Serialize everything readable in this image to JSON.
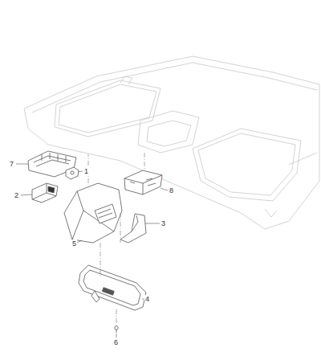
{
  "diagram": {
    "labels": [
      "7",
      "1",
      "2",
      "8",
      "3",
      "5",
      "4",
      "6"
    ]
  }
}
